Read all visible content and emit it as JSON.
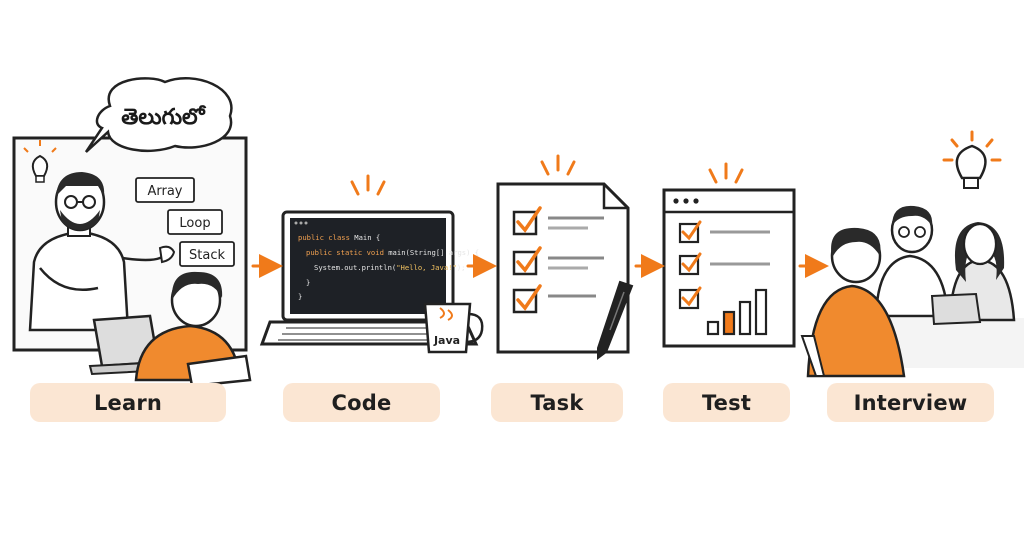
{
  "speech_bubble": "తెలుగులో",
  "whiteboard_chips": [
    "Array",
    "Loop",
    "Stack"
  ],
  "code_lines": [
    {
      "kw": "public class ",
      "rest": "Main {"
    },
    {
      "kw": "public static void ",
      "rest": "main(String[] args) {"
    },
    {
      "kw": "",
      "rest": "System.out.println(",
      "str": "\"Hello, Java!\"",
      "end": ");"
    },
    {
      "kw": "",
      "rest": "}"
    },
    {
      "kw": "",
      "rest": "}"
    }
  ],
  "mug_label": "Java",
  "stages": [
    {
      "id": "learn",
      "label": "Learn"
    },
    {
      "id": "code",
      "label": "Code"
    },
    {
      "id": "task",
      "label": "Task"
    },
    {
      "id": "test",
      "label": "Test"
    },
    {
      "id": "interview",
      "label": "Interview"
    }
  ],
  "colors": {
    "accent": "#f07a1a",
    "label_bg": "#fbe6d3",
    "ink": "#1f1f1f",
    "screen": "#1e2126"
  }
}
